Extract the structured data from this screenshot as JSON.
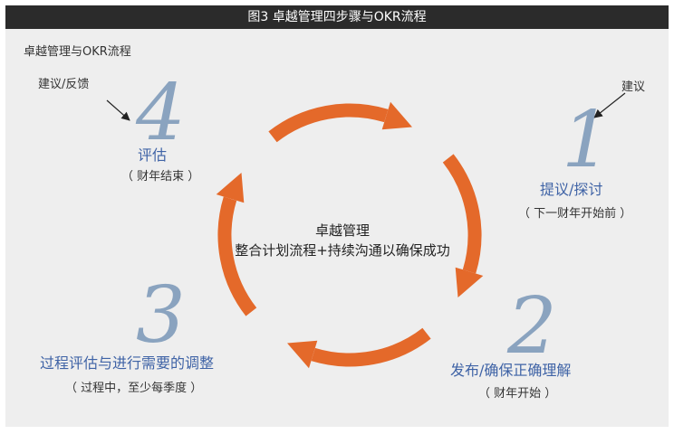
{
  "figure_title": "图3 卓越管理四步骤与OKR流程",
  "subtitle": "卓越管理与OKR流程",
  "center": {
    "line1": "卓越管理",
    "line2": "整合计划流程+持续沟通以确保成功"
  },
  "steps": [
    {
      "number": "1",
      "label": "提议/探讨",
      "sub": "（ 下一财年开始前 ）"
    },
    {
      "number": "2",
      "label": "发布/确保正确理解",
      "sub": "（ 财年开始 ）"
    },
    {
      "number": "3",
      "label": "过程评估与进行需要的调整",
      "sub": "（ 过程中，至少每季度 ）"
    },
    {
      "number": "4",
      "label": "评估",
      "sub": "（ 财年结束 ）"
    }
  ],
  "notes": {
    "top_right": "建议",
    "top_left": "建议/反馈"
  },
  "colors": {
    "arrow": "#e4692a",
    "number": "#8aa3bf",
    "label": "#3f63a6",
    "title_bg": "#2b2b2b",
    "panel_bg": "#eeeeee"
  }
}
